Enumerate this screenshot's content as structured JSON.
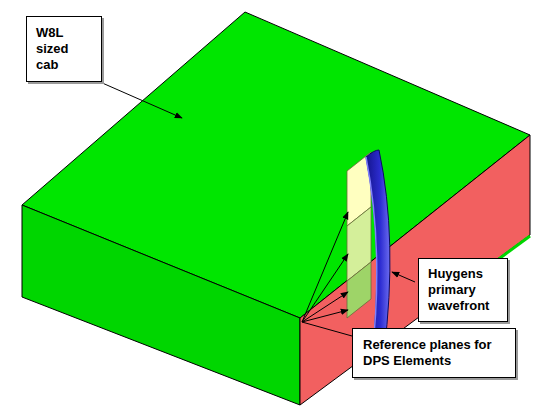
{
  "diagram": {
    "nodes": [
      {
        "text": [
          "W8L sized cab"
        ]
      },
      {
        "text": [
          "Huygens primary wavefront"
        ]
      },
      {
        "text": [
          "Reference planes for DPS Elements"
        ]
      }
    ]
  }
}
